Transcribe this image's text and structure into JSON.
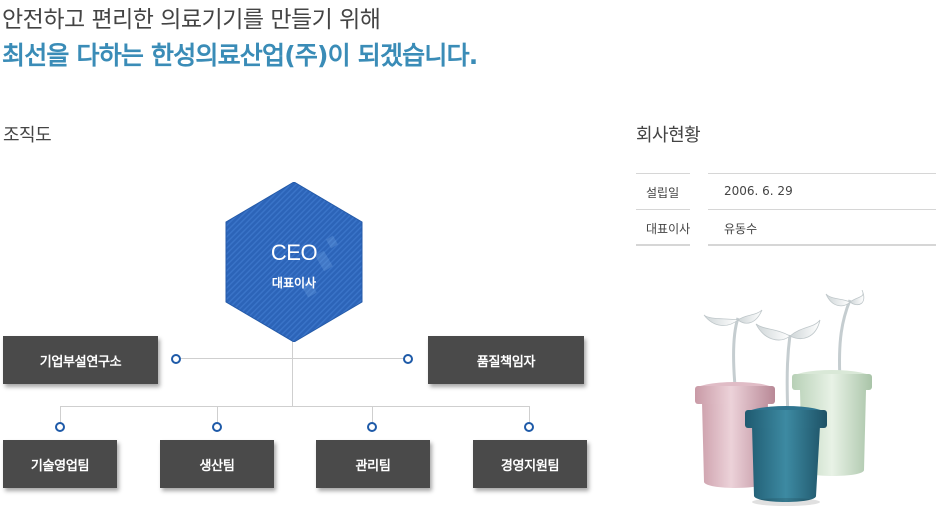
{
  "header": {
    "line1": "안전하고 편리한 의료기기를 만들기 위해",
    "line2": "최선을 다하는 한성의료산업(주)이 되겠습니다."
  },
  "org_section": {
    "title": "조직도",
    "ceo": {
      "title": "CEO",
      "subtitle": "대표이사"
    },
    "side_left": "기업부설연구소",
    "side_right": "품질책임자",
    "teams": [
      "기술영업팀",
      "생산팀",
      "관리팀",
      "경영지원팀"
    ]
  },
  "company_section": {
    "title": "회사현황",
    "rows": [
      {
        "label": "설립일",
        "value": "2006. 6. 29"
      },
      {
        "label": "대표이사",
        "value": "유동수"
      }
    ]
  },
  "colors": {
    "accent": "#3a8cb7",
    "hexagon": "#2c64b8",
    "box": "#4a4a4a",
    "dot": "#1e5aa8"
  }
}
